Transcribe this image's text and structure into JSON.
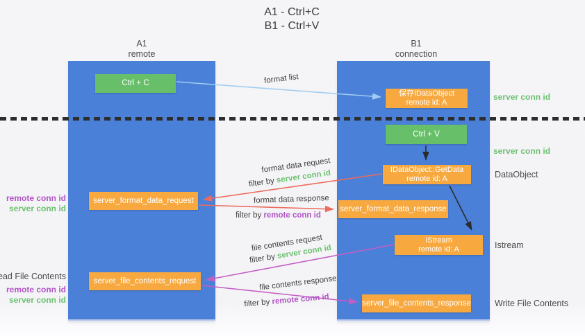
{
  "title": {
    "line1": "A1 - Ctrl+C",
    "line2": "B1 - Ctrl+V"
  },
  "lanes": {
    "a": {
      "header1": "A1",
      "header2": "remote"
    },
    "b": {
      "header1": "B1",
      "header2": "connection"
    }
  },
  "boxes": {
    "ctrl_c": "Ctrl + C",
    "ctrl_v": "Ctrl + V",
    "save_obj_line1": "保存IDataObject",
    "save_obj_line2": "remote id: A",
    "getdata_line1": "IDataObject::GetData",
    "getdata_line2": "remote id: A",
    "istream_line1": "IStream",
    "istream_line2": "remote id: A",
    "fmt_req": "server_format_data_request",
    "fmt_resp": "server_format_data_response",
    "file_req": "server_file_contents_request",
    "file_resp": "server_file_contents_response"
  },
  "arrow_labels": {
    "format_list": "format list",
    "fmt_req": "format data request",
    "fmt_req_filter_prefix": "filter by",
    "fmt_req_filter_key": "server conn id",
    "fmt_resp": "format data response",
    "fmt_resp_filter_prefix": "filter by",
    "fmt_resp_filter_key": "remote conn id",
    "file_req": "file contents request",
    "file_req_filter_prefix": "filter by",
    "file_req_filter_key": "server conn id",
    "file_resp": "file contents response",
    "file_resp_filter_prefix": "filter by",
    "file_resp_filter_key": "remote conn id"
  },
  "annotations": {
    "right_server_conn_1": "server conn id",
    "right_server_conn_2": "server conn id",
    "dataobject": "DataObject",
    "istream": "Istream",
    "write_file": "Write File Contents",
    "read_file": "Read File Contents",
    "left_remote_conn_1": "remote conn id",
    "left_server_conn_1": "server conn id",
    "left_remote_conn_2": "remote conn id",
    "left_server_conn_2": "server conn id"
  },
  "colors": {
    "lane": "#4a80d8",
    "green_box": "#68bf6a",
    "orange_box": "#f7a940",
    "green_text": "#6dc071",
    "purple_text": "#b154c6",
    "blue_arrow": "#9fcdf2",
    "red_arrow": "#ed6a5e",
    "magenta_arrow": "#c35ec4",
    "black_arrow": "#2b2b2b"
  }
}
